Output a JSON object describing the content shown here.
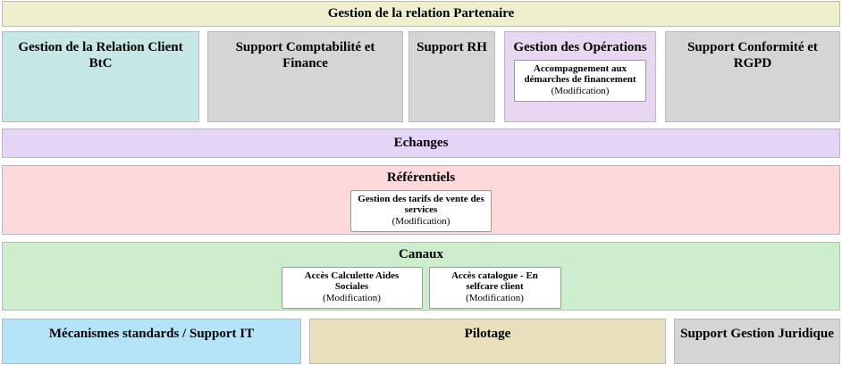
{
  "header": {
    "title": "Gestion de la relation Partenaire"
  },
  "domains": [
    {
      "label": "Gestion de la Relation Client BtC",
      "color": "#c5e8e6"
    },
    {
      "label": "Support Comptabilité et Finance",
      "color": "#d5d5d5"
    },
    {
      "label": "Support RH",
      "color": "#d5d5d5"
    },
    {
      "label": "Gestion des Opérations",
      "color": "#e8d7f0"
    },
    {
      "label": "Support Conformité et RGPD",
      "color": "#d5d5d5"
    }
  ],
  "bands": {
    "echanges": {
      "label": "Echanges",
      "color": "#e4d5f7"
    },
    "referentiels": {
      "label": "Référentiels",
      "color": "#fdd9dc"
    },
    "canaux": {
      "label": "Canaux",
      "color": "#cdeecd"
    }
  },
  "footer": [
    {
      "label": "Mécanismes standards / Support IT",
      "color": "#b5e4f8"
    },
    {
      "label": "Pilotage",
      "color": "#e8e0bd"
    },
    {
      "label": "Support Gestion Juridique",
      "color": "#d5d5d5"
    }
  ],
  "cards": {
    "accompagnement": {
      "title": "Accompagnement aux démarches de financement",
      "state": "(Modification)"
    },
    "tarifs": {
      "title": "Gestion des tarifs de vente des services",
      "state": "(Modification)"
    },
    "calculette": {
      "title": "Accès Calculette Aides Sociales",
      "state": "(Modification)"
    },
    "catalogue": {
      "title": "Accès catalogue - En selfcare client",
      "state": "(Modification)"
    }
  }
}
